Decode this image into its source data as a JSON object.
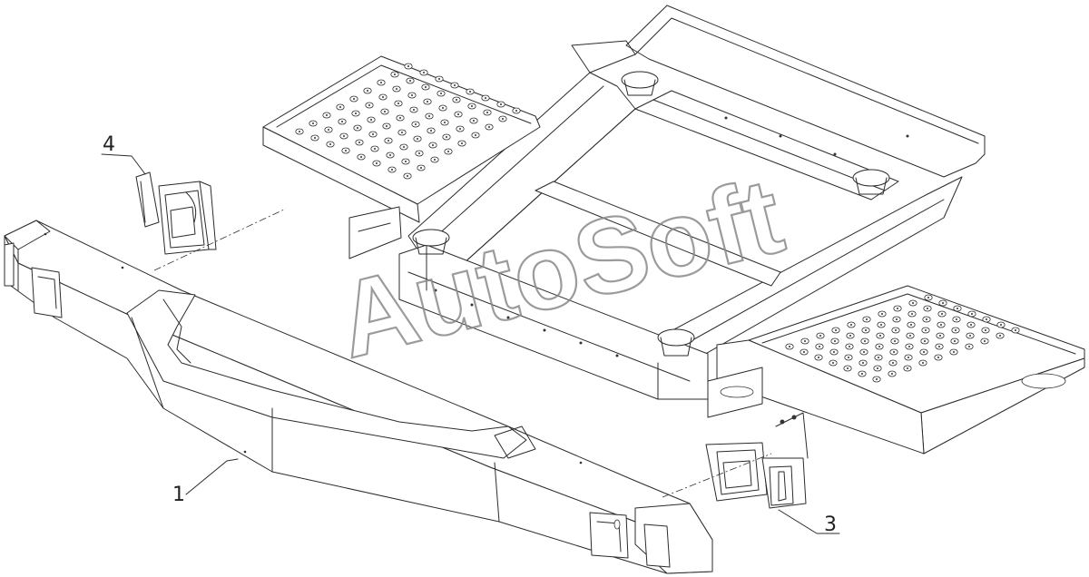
{
  "watermark": {
    "text": "AutoSoft",
    "color": "#8a8a8a"
  },
  "callouts": [
    {
      "id": "1",
      "label": "1"
    },
    {
      "id": "3",
      "label": "3"
    },
    {
      "id": "4",
      "label": "4"
    }
  ],
  "colors": {
    "line": "#2b2b2b",
    "background": "#ffffff"
  }
}
